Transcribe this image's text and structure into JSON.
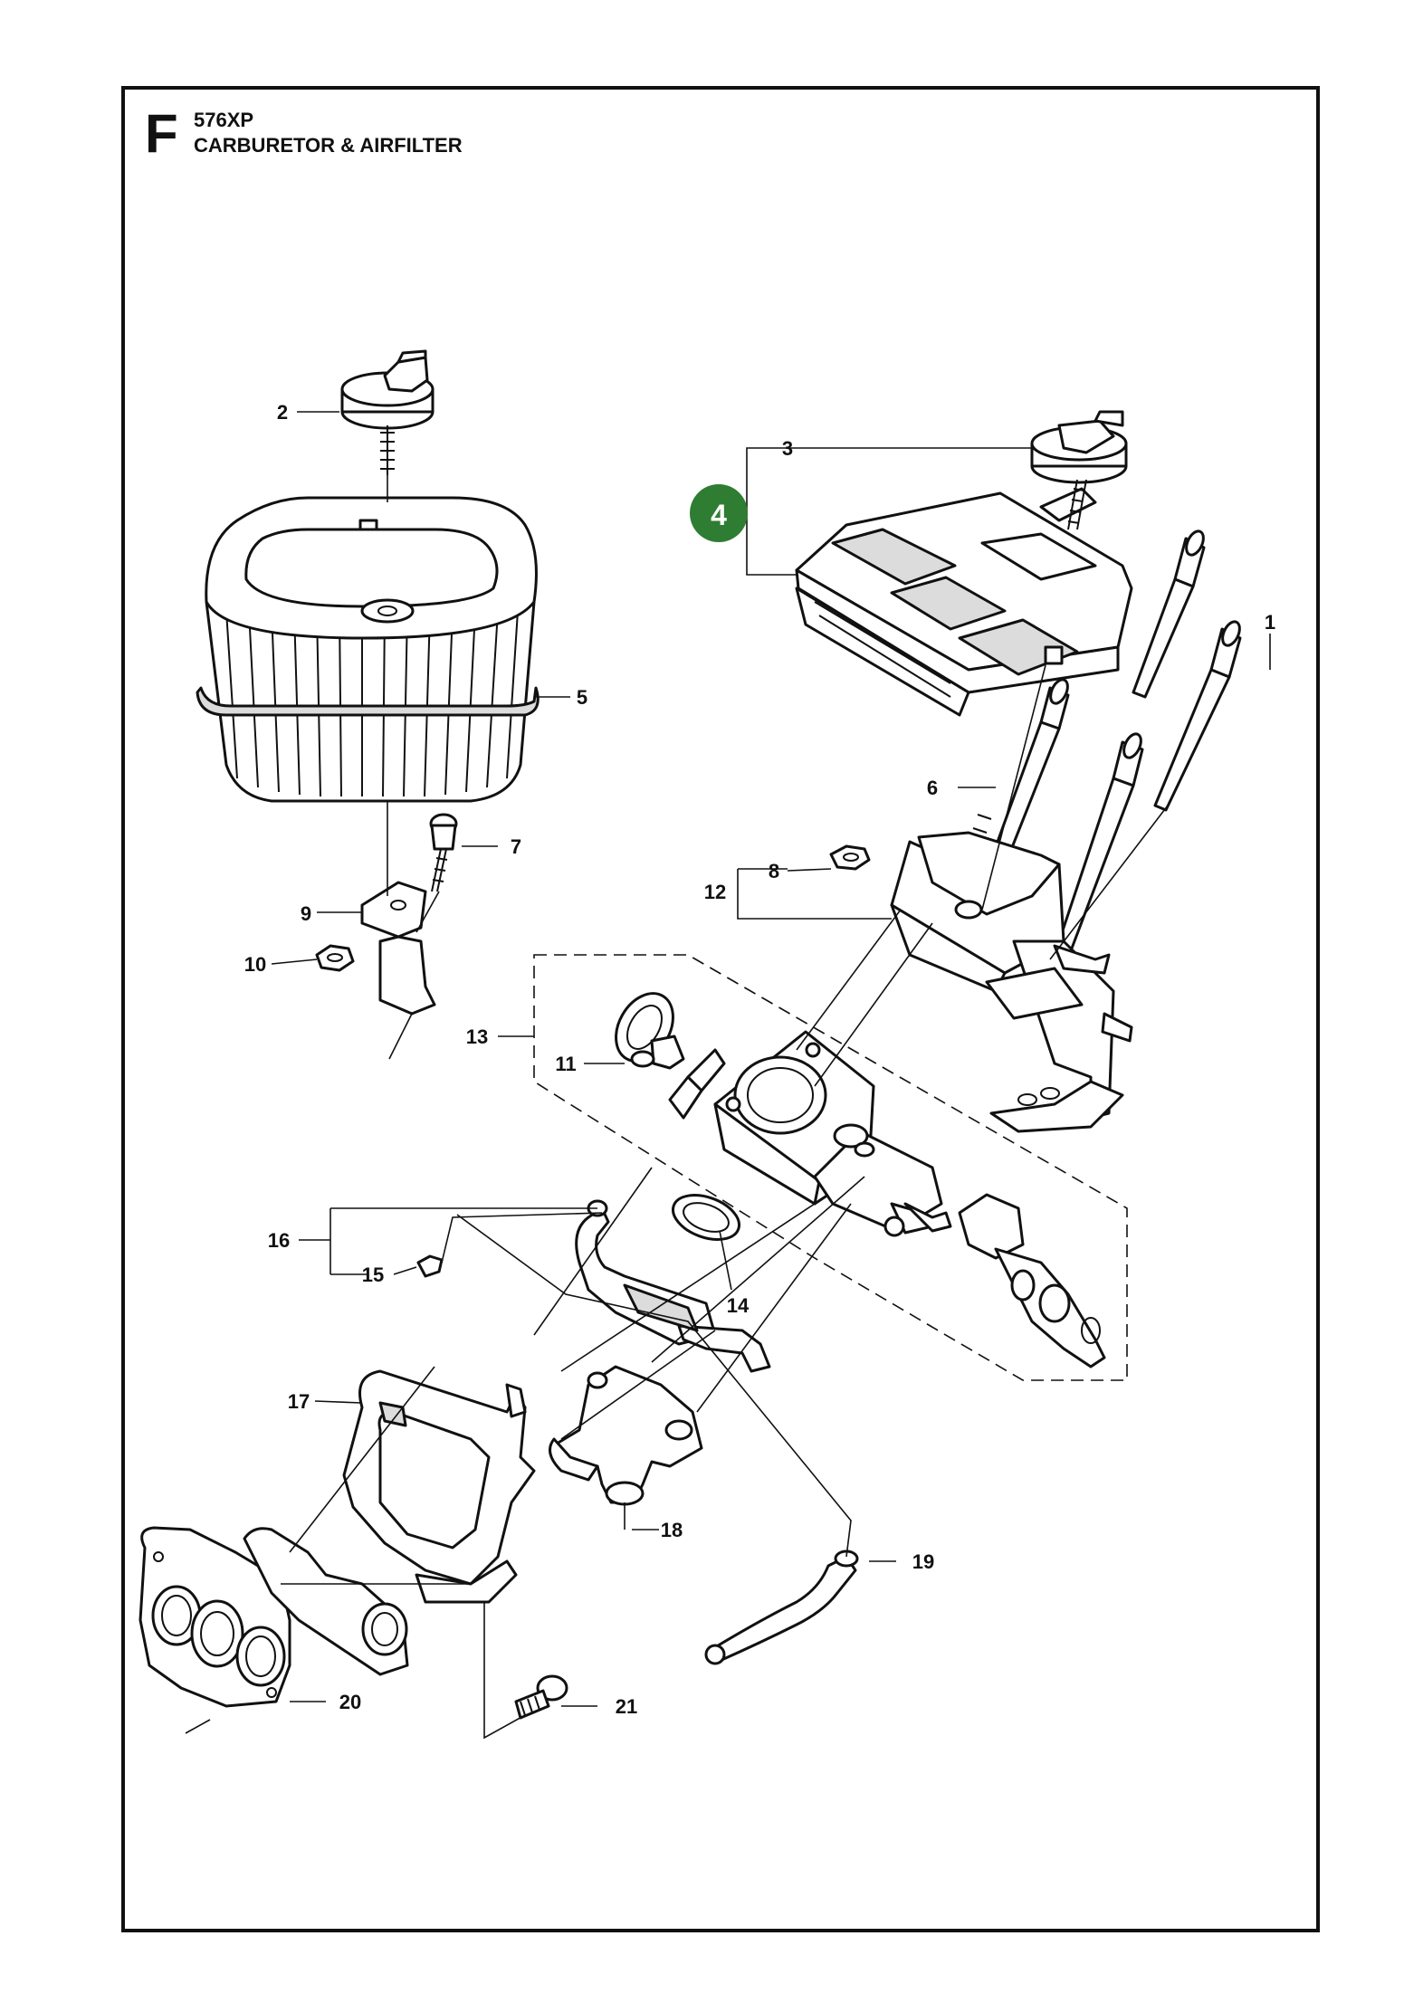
{
  "header": {
    "section_letter": "F",
    "model": "576XP",
    "section_title": "CARBURETOR & AIRFILTER"
  },
  "kit_badge": {
    "label": "4",
    "color": "#2e7d32"
  },
  "callouts": {
    "c1": "1",
    "c2": "2",
    "c3": "3",
    "c5": "5",
    "c6": "6",
    "c7": "7",
    "c8": "8",
    "c9": "9",
    "c10": "10",
    "c11": "11",
    "c12": "12",
    "c13": "13",
    "c14": "14",
    "c15": "15",
    "c16": "16",
    "c17": "17",
    "c18": "18",
    "c19": "19",
    "c20": "20",
    "c21": "21"
  }
}
